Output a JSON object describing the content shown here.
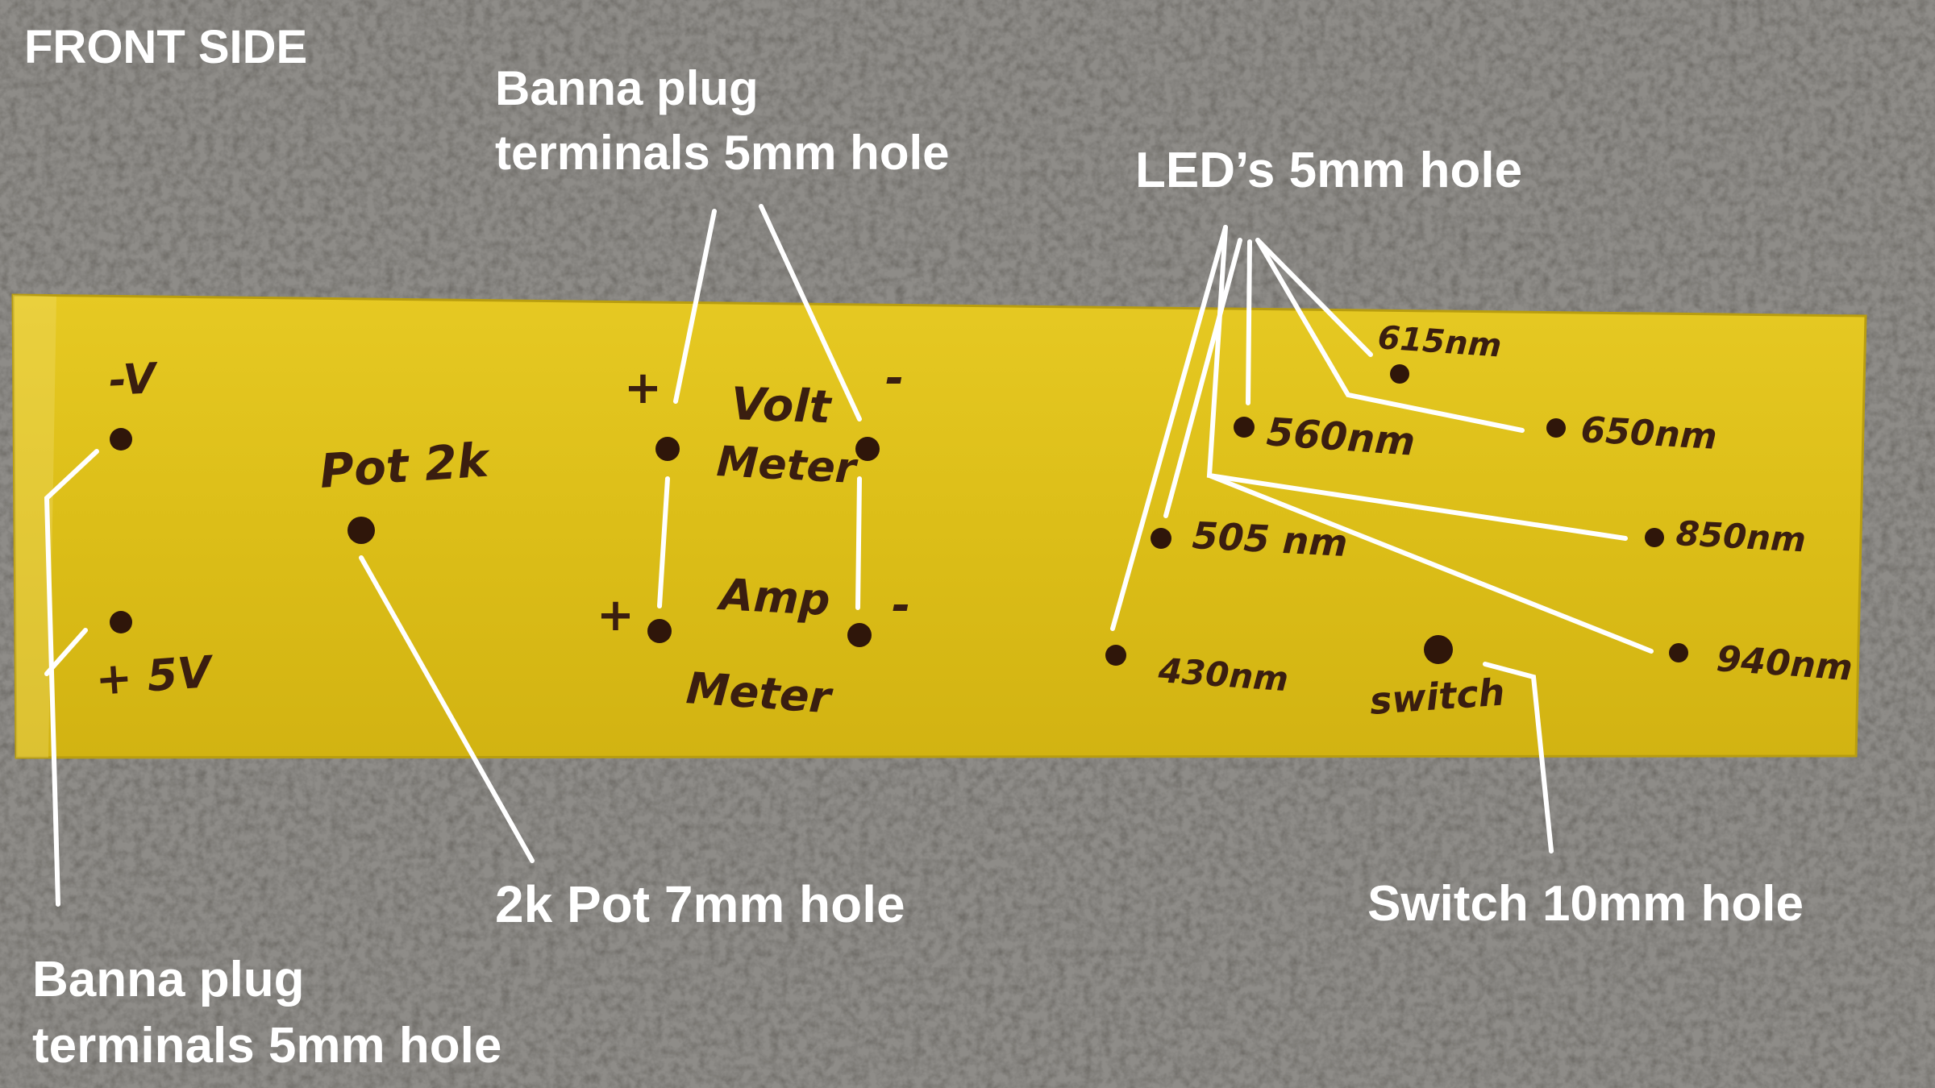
{
  "view_label": "FRONT SIDE",
  "callouts": {
    "banana_top_line1": "Banna plug",
    "banana_top_line2": "terminals 5mm hole",
    "leds": "LED’s 5mm hole",
    "pot": "2k Pot 7mm hole",
    "switch": "Switch 10mm hole",
    "banana_left_line1": "Banna plug",
    "banana_left_line2": "terminals 5mm hole"
  },
  "panel_markings": {
    "minus_v": "-V",
    "plus_5v": "+ 5V",
    "pot": "Pot 2k",
    "volt_line1": "Volt",
    "volt_line2": "Meter",
    "amp_line1": "Amp",
    "amp_line2": "Meter",
    "plus": "+",
    "minus": "-",
    "led_615": "615nm",
    "led_560": "560nm",
    "led_650": "650nm",
    "led_505": "505 nm",
    "led_850": "850nm",
    "led_430": "430nm",
    "led_940": "940nm",
    "switch": "switch"
  },
  "colors": {
    "panel": "#e0c21a",
    "carpet": "#8c8a86",
    "marker": "#3a1e10",
    "callout_text": "#ffffff"
  }
}
